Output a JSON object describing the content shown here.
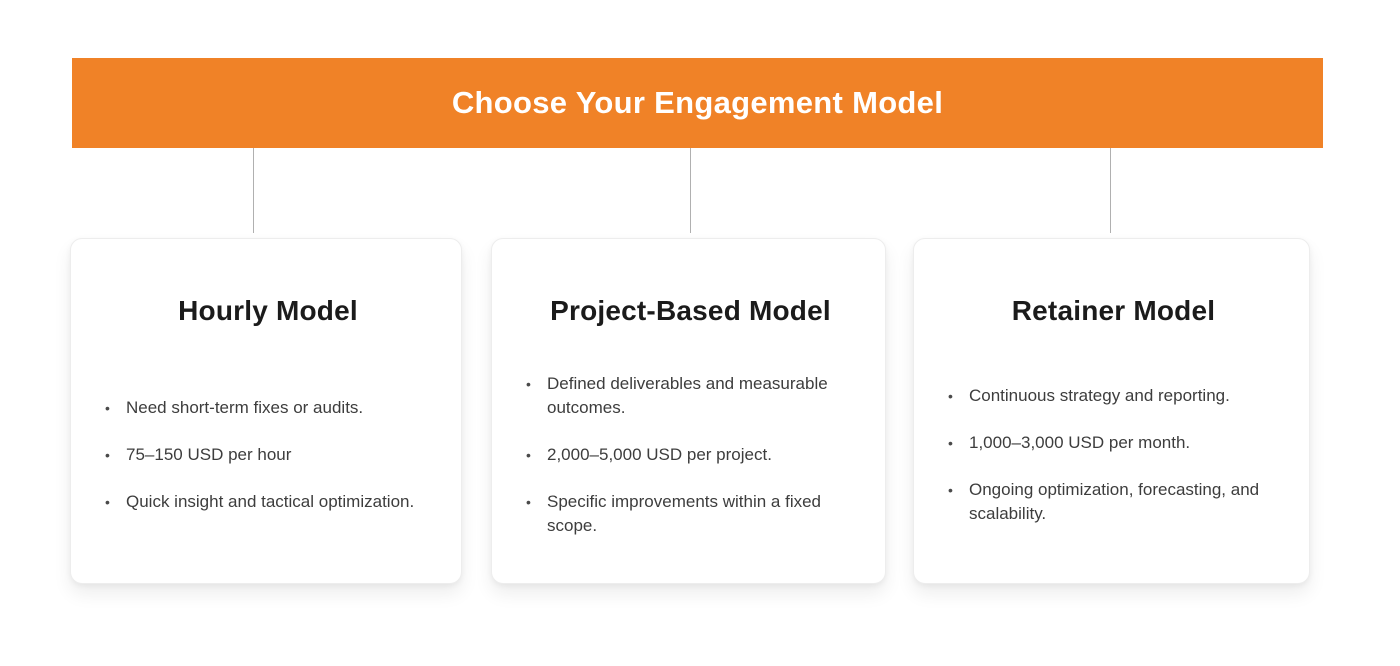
{
  "bullet_char": "•",
  "header": {
    "title": "Choose Your Engagement Model"
  },
  "colors": {
    "banner_bg": "#F08227",
    "banner_text": "#FFFFFF",
    "card_title": "#1B1B1B",
    "body_text": "#3D3D3D",
    "connector": "#B0B0B0"
  },
  "cards": [
    {
      "title": "Hourly Model",
      "bullets": [
        "Need short-term fixes or audits.",
        "75–150 USD per hour",
        "Quick insight and tactical optimization."
      ]
    },
    {
      "title": "Project-Based Model",
      "bullets": [
        "Defined deliverables and measurable outcomes.",
        "2,000–5,000 USD per project.",
        "Specific improvements within a fixed scope."
      ]
    },
    {
      "title": "Retainer Model",
      "bullets": [
        "Continuous strategy and reporting.",
        "1,000–3,000 USD per month.",
        "Ongoing optimization, forecasting, and scalability."
      ]
    }
  ]
}
